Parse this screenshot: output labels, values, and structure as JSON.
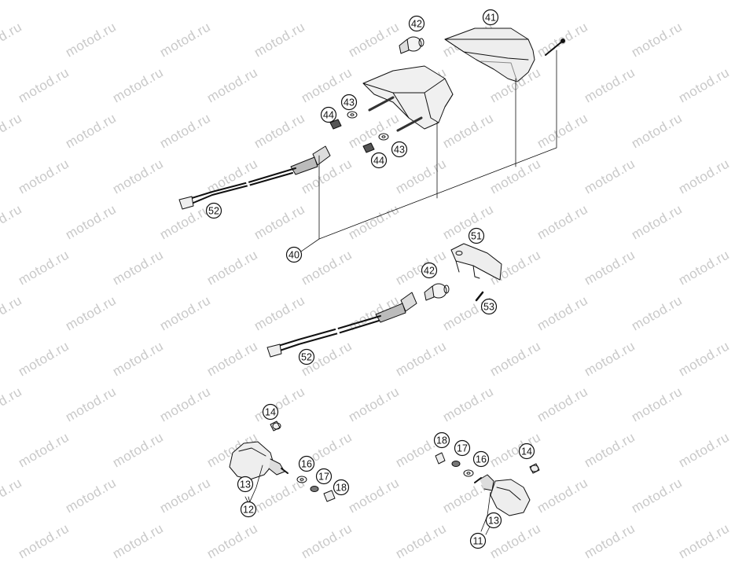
{
  "watermark": "motod.ru",
  "callouts": [
    {
      "id": "c41",
      "label": "41"
    },
    {
      "id": "c42a",
      "label": "42"
    },
    {
      "id": "c43a",
      "label": "43"
    },
    {
      "id": "c44a",
      "label": "44"
    },
    {
      "id": "c43b",
      "label": "43"
    },
    {
      "id": "c44b",
      "label": "44"
    },
    {
      "id": "c52a",
      "label": "52"
    },
    {
      "id": "c40",
      "label": "40"
    },
    {
      "id": "c51",
      "label": "51"
    },
    {
      "id": "c42b",
      "label": "42"
    },
    {
      "id": "c53",
      "label": "53"
    },
    {
      "id": "c52b",
      "label": "52"
    },
    {
      "id": "c14a",
      "label": "14"
    },
    {
      "id": "c16a",
      "label": "16"
    },
    {
      "id": "c17a",
      "label": "17"
    },
    {
      "id": "c18a",
      "label": "18"
    },
    {
      "id": "c13a",
      "label": "13"
    },
    {
      "id": "c12",
      "label": "12"
    },
    {
      "id": "c18b",
      "label": "18"
    },
    {
      "id": "c17b",
      "label": "17"
    },
    {
      "id": "c16b",
      "label": "16"
    },
    {
      "id": "c14b",
      "label": "14"
    },
    {
      "id": "c13b",
      "label": "13"
    },
    {
      "id": "c11",
      "label": "11"
    }
  ]
}
